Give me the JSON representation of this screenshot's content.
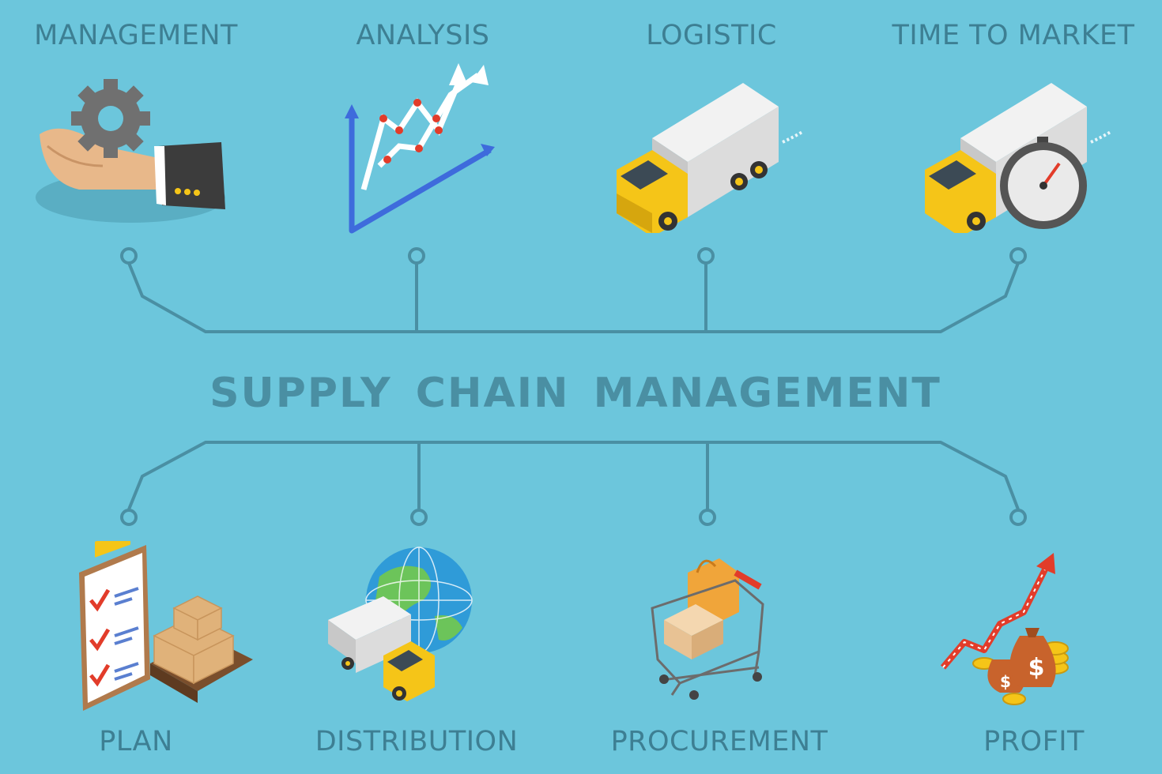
{
  "title": "SUPPLY CHAIN MANAGEMENT",
  "top_nodes": [
    {
      "label": "MANAGEMENT",
      "icon": "hand-gear-icon"
    },
    {
      "label": "ANALYSIS",
      "icon": "chart-arrows-icon"
    },
    {
      "label": "LOGISTIC",
      "icon": "delivery-truck-icon"
    },
    {
      "label": "TIME TO MARKET",
      "icon": "truck-stopwatch-icon"
    }
  ],
  "bottom_nodes": [
    {
      "label": "PLAN",
      "icon": "clipboard-boxes-icon"
    },
    {
      "label": "DISTRIBUTION",
      "icon": "globe-truck-icon"
    },
    {
      "label": "PROCUREMENT",
      "icon": "shopping-cart-icon"
    },
    {
      "label": "PROFIT",
      "icon": "money-bags-icon"
    }
  ],
  "colors": {
    "background": "#6cc6dc",
    "line": "#4a8fa3",
    "text": "#3d7f93",
    "accent_yellow": "#f5c518",
    "accent_red": "#e23c2a"
  }
}
